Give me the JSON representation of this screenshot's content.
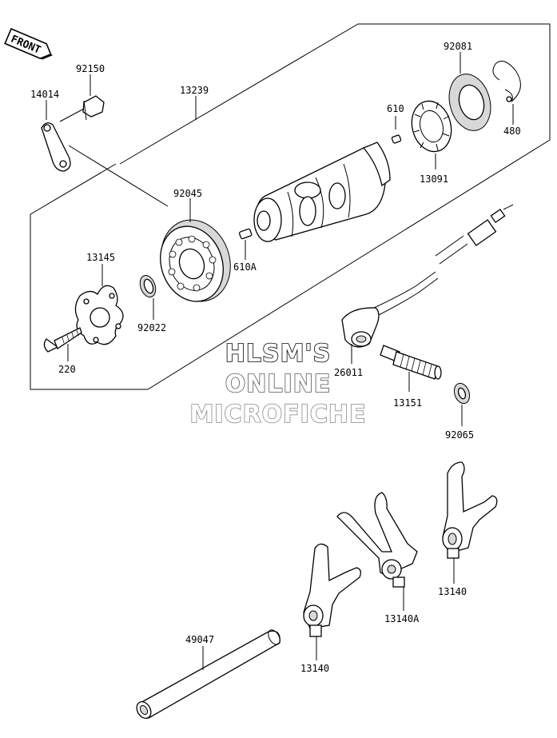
{
  "front_badge": "FRONT",
  "watermark": {
    "line1": "HLSM'S",
    "line2": "ONLINE",
    "line3": "MICROFICHE",
    "color1": "#000000",
    "color2": "#555555",
    "color3": "#888888"
  },
  "labels": {
    "p92150": "92150",
    "p14014": "14014",
    "p13239": "13239",
    "p92081": "92081",
    "p610": "610",
    "p480": "480",
    "p13091": "13091",
    "p92045": "92045",
    "p610a": "610A",
    "p13145": "13145",
    "p92022": "92022",
    "p220": "220",
    "p26011": "26011",
    "p13151": "13151",
    "p92065": "92065",
    "p13140_right": "13140",
    "p13140a": "13140A",
    "p49047": "49047",
    "p13140_left": "13140"
  }
}
